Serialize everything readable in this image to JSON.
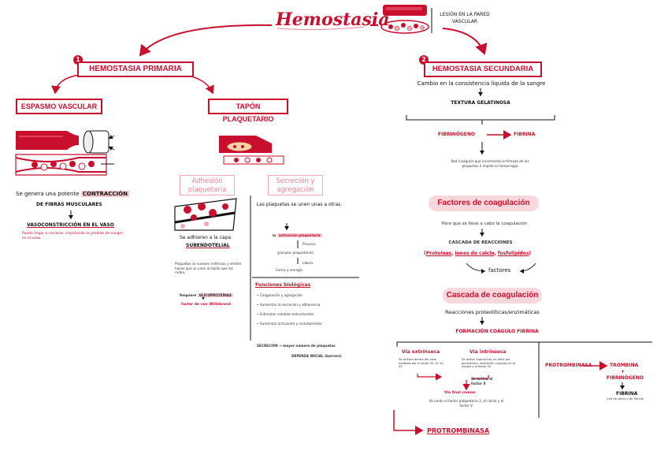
{
  "title": "Hemostasia",
  "lesion": "LESIÓN EN LA PARED VASCULAR",
  "primaria": {
    "num": "1",
    "title": "HEMOSTASIA PRIMARIA",
    "espasmo": {
      "title": "ESPASMO VASCULAR",
      "line1a": "Se genera una potente",
      "line1b": "CONTRACCIÓN",
      "line2": "DE FIBRAS MUSCULARES",
      "vaso": "VASOCONSTRICCIÓN EN EL VASO",
      "note": "Puede llegar a cerrarse, impidiendo la pérdida de sangre en el vaso."
    },
    "tapon": {
      "title": "TAPÓN PLAQUETARIO",
      "adhesion_title": "Adhesión plaquetaria",
      "secrecion_title": "Secreción y agregación",
      "adhieren": "Se adhieren a la capa",
      "subendotelial": "SUBENDOTELIAL",
      "plaquetas_note": "Plaquetas se vuelven esféricas y emiten haces que se unen al tejido que los rodea.",
      "requiere": "Requiere",
      "glico": "GLICOPROTEÍNAS",
      "factor_vw": "factor de von Willebrand",
      "unen": "Las plaquetas se unen unas a otras.",
      "la": "la",
      "activacion": "activación plaquetaria",
      "provoca": "Provoca",
      "granulos": "gránulos plaquetarios",
      "libera": "Libera",
      "calcio": "Calcio y energía.",
      "funciones_title": "Funciones biológicas",
      "funciones": [
        "Coagulación y agregación",
        "Aumentan la secreción y adherencia",
        "Estimulan cambios estructurales",
        "Aumentan activación y reclutamiento"
      ],
      "secrecion_line": "SECRECIÓN → mayor número de plaquetas",
      "depende": "DEPENSA INICIAL (barrera)"
    }
  },
  "secundaria": {
    "num": "2",
    "title": "HEMOSTASIA SECUNDARIA",
    "cambio": "Cambio en la consistencia líquida de la sangre",
    "textura": "TEXTURA GELATINOSA",
    "fibrinogeno": "FIBRINÓGENO",
    "fibrina": "FIBRINA",
    "red": "Red (coágulo) que incrementa la firmeza de los plaquetas e impide la hemorragia",
    "factores_title": "Factores de coagulación",
    "para_que": "Para que se lleve a cabo la coagulación",
    "cascada_reacciones": "CASCADA DE REACCIONES",
    "proteinas": "Proteínas",
    "iones": "iones de calcio",
    "fosfolipidos": "fosfolípidos",
    "factores": "factores",
    "cascada_title": "Cascada de coagulación",
    "reacciones": "Reacciones proteolíticas/enzimáticas",
    "formacion": "FORMACIÓN COÁGULO FIBRINA",
    "via_extrinseca": "Vía extrínseca",
    "via_extrinseca_note": "Se activan dentro del vaso mediada por el factor VII, III, VI, XII",
    "via_intrinseca": "Vía intrínseca",
    "via_intrinseca_note": "Se activa cuando hay un daño por quemadura, laceración o golpes en la sangre y el factor VII",
    "se_activa": "Se activa el factor X",
    "via_final": "Vía final común",
    "via_final_note": "Va unido el factor plaquetario 3, el calcio y el factor V.",
    "protrombinasa": "PROTROMBINASA",
    "protrombinasa2": "PROTROMBINASA",
    "trombina": "TROMBINA",
    "plus": "+",
    "fibrinogeno2": "FIBRINÓGENO",
    "fibrina2": "FIBRINA",
    "fibrina_note": "(red de calcio y de fibrina)"
  }
}
